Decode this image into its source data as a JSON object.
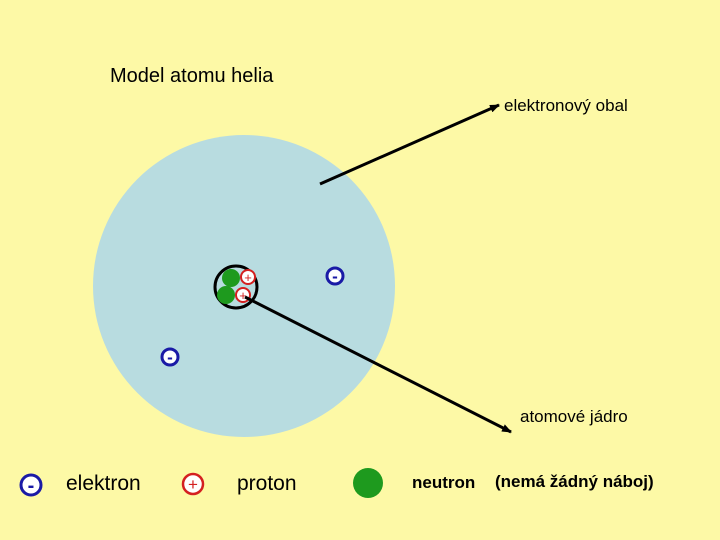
{
  "title": "Model atomu helia",
  "labels": {
    "shell": "elektronový obal",
    "nucleus": "atomové jádro"
  },
  "particle_symbols": {
    "electron": "-",
    "proton": "+"
  },
  "legend": {
    "electron": "elektron",
    "proton": "proton",
    "neutron": "neutron",
    "neutron_note": "(nemá žádný náboj)"
  },
  "colors": {
    "background": "#fdf9a6",
    "shell": "#b8dce0",
    "electron": "#1a1aa6",
    "proton": "#d42020",
    "neutron": "#1e9a1e"
  }
}
